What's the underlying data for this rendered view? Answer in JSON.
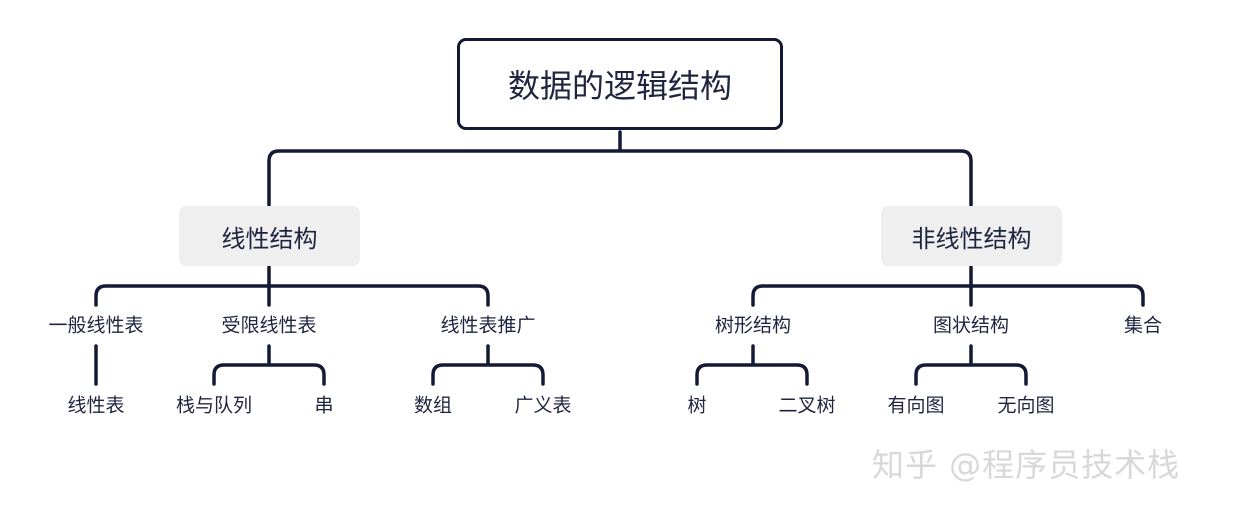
{
  "root": "数据的逻辑结构",
  "categories": {
    "linear": {
      "label": "线性结构",
      "children": [
        {
          "label": "一般线性表",
          "children": [
            "线性表"
          ]
        },
        {
          "label": "受限线性表",
          "children": [
            "栈与队列",
            "串"
          ]
        },
        {
          "label": "线性表推广",
          "children": [
            "数组",
            "广义表"
          ]
        }
      ]
    },
    "nonlinear": {
      "label": "非线性结构",
      "children": [
        {
          "label": "树形结构",
          "children": [
            "树",
            "二叉树"
          ]
        },
        {
          "label": "图状结构",
          "children": [
            "有向图",
            "无向图"
          ]
        },
        {
          "label": "集合",
          "children": []
        }
      ]
    }
  },
  "watermark": "知乎 @程序员技术栈",
  "colors": {
    "line": "#141a36",
    "text": "#1f2540",
    "category_fill": "#efefef",
    "watermark": "#d8d8d8"
  }
}
